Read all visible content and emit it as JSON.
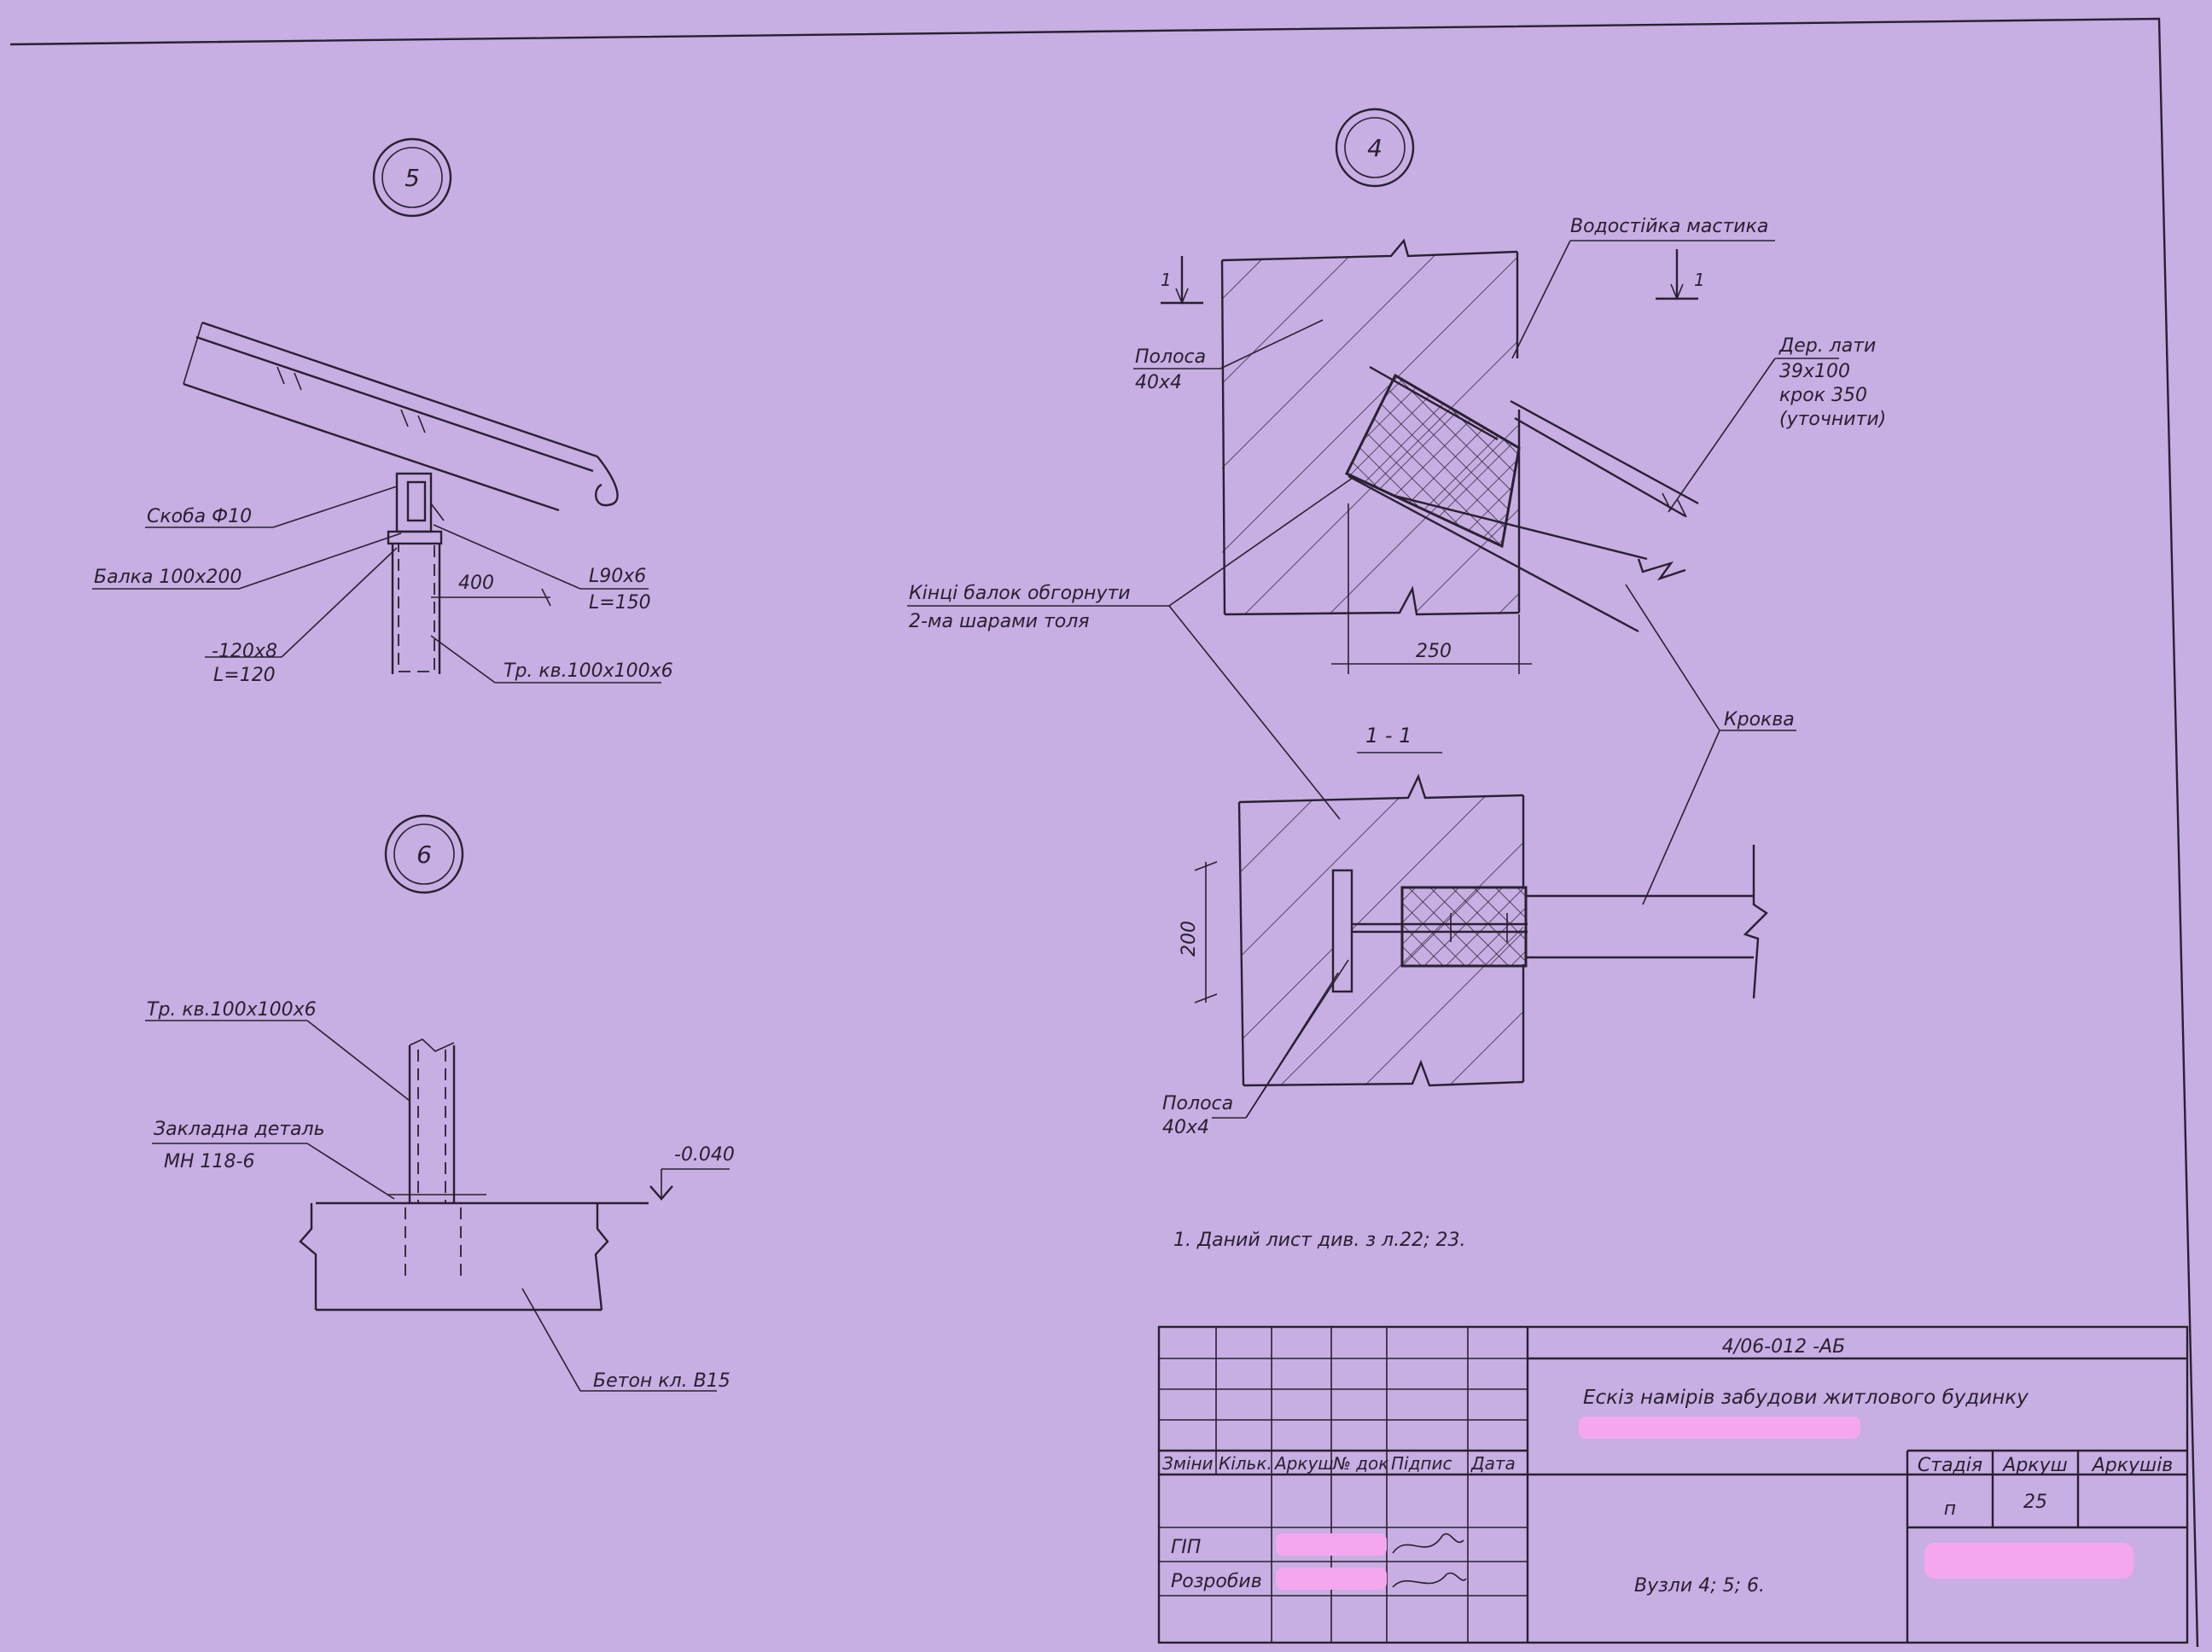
{
  "nodes": {
    "node5": {
      "marker": "5",
      "labels": {
        "bracket": "Скоба Ф10",
        "beam": "Балка 100х200",
        "plate_size": "-120х8",
        "plate_length": "L=120",
        "angle_size": "L90х6",
        "angle_length": "L=150",
        "tube": "Тр. кв.100х100х6"
      },
      "dim": "400"
    },
    "node6": {
      "marker": "6",
      "labels": {
        "tube": "Тр. кв.100х100х6",
        "embed_1": "Закладна деталь",
        "embed_2": "МН 118-6",
        "level": "-0.040",
        "concrete": "Бетон кл. В15"
      }
    },
    "node4": {
      "marker": "4",
      "labels": {
        "section_mark": "1",
        "mastic": "Водостійка мастика",
        "strip_size_1": "Полоса",
        "strip_size_2": "40х4",
        "lath_1": "Дер. лати",
        "lath_2": "39х100",
        "lath_3": "крок 350",
        "lath_4": "(уточнити)",
        "beam_ends_1": "Кінці балок обгорнути",
        "beam_ends_2": "2-ма шарами толя",
        "rafter": "Кроква",
        "strip_bottom_1": "Полоса",
        "strip_bottom_2": "40х4"
      },
      "dim_top": "250",
      "section_title": "1 - 1",
      "dim_side": "200"
    }
  },
  "note": "1. Даний лист див. з л.22; 23.",
  "title_block": {
    "code": "4/06-012 -АБ",
    "project_title": "Ескіз намірів забудови житлового будинку",
    "headers": [
      "Зміни",
      "Кільк.",
      "Аркуш",
      "№ док",
      "Підпис",
      "Дата"
    ],
    "roles": [
      "ГІП",
      "Розробив"
    ],
    "stage_headers": [
      "Стадія",
      "Аркуш",
      "Аркушів"
    ],
    "stage": "п",
    "sheet": "25",
    "sheet_title": "Вузли 4; 5; 6."
  }
}
